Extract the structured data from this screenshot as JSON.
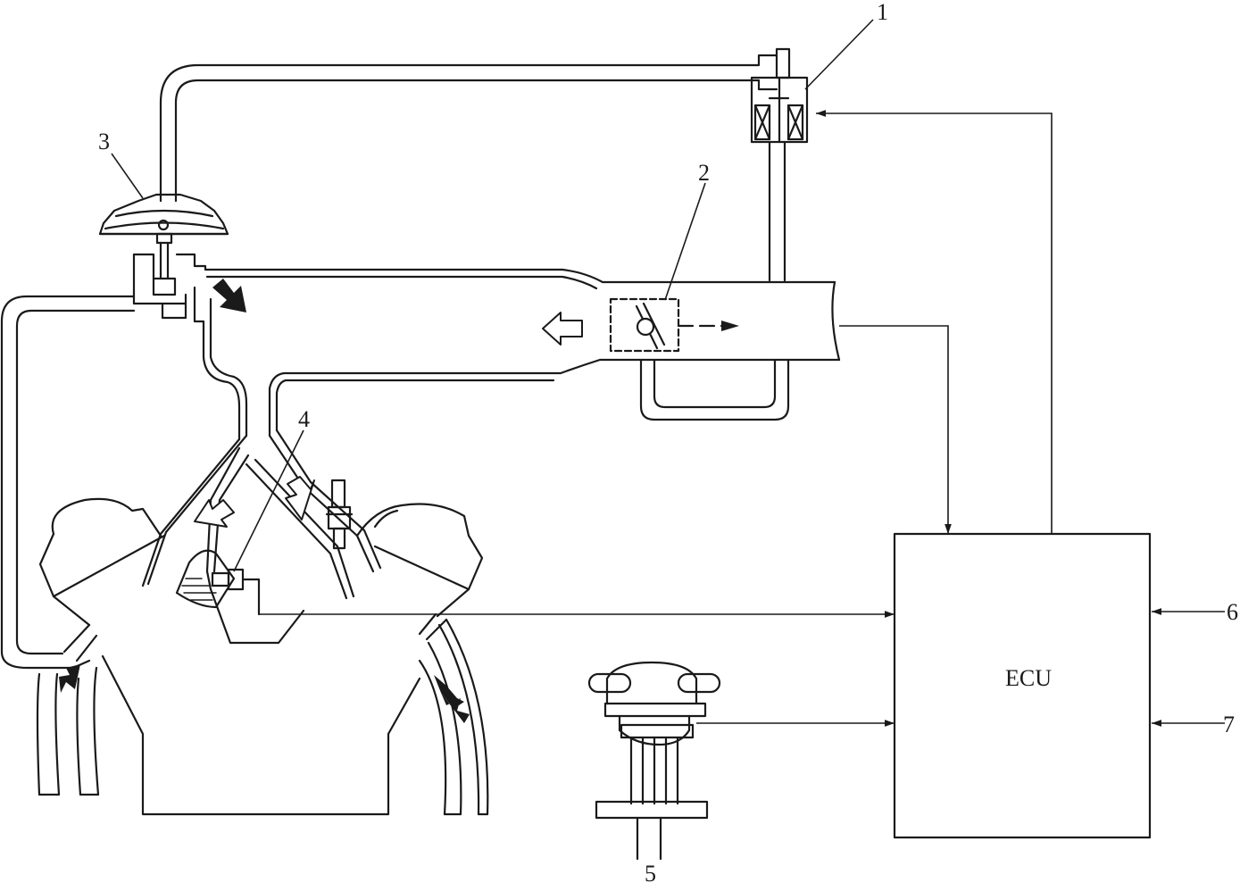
{
  "diagram": {
    "labels": {
      "l1": "1",
      "l2": "2",
      "l3": "3",
      "l4": "4",
      "l5": "5",
      "l6": "6",
      "l7": "7"
    },
    "ecu": "ECU"
  }
}
